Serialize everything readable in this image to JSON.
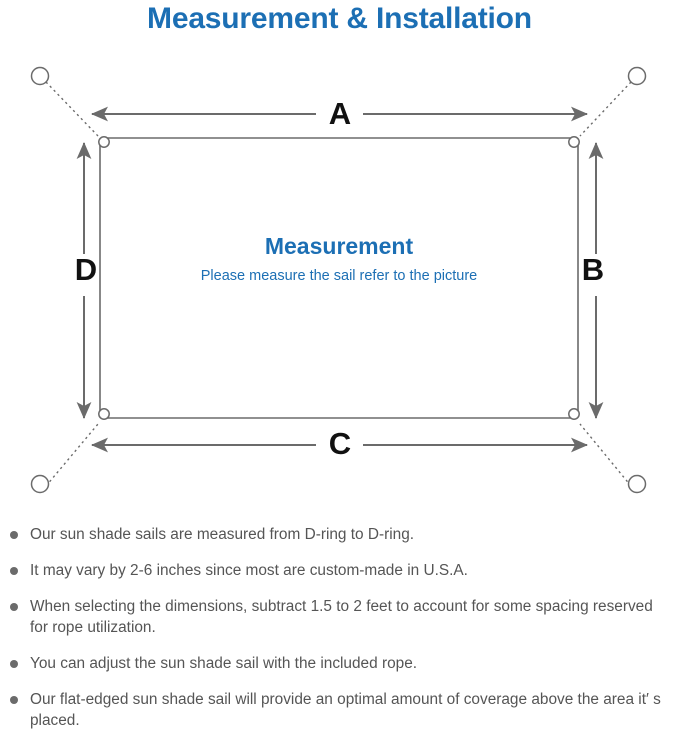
{
  "page": {
    "title": "Measurement & Installation",
    "accent_color": "#1c6fb4",
    "line_color": "#6b6b6b",
    "text_color": "#555555"
  },
  "diagram": {
    "name": "shade-sail-measurement-diagram",
    "dimension_labels": {
      "top": "A",
      "right": "B",
      "bottom": "C",
      "left": "D"
    },
    "center": {
      "heading": "Measurement",
      "subheading": "Please measure the sail refer to the picture"
    },
    "parts": {
      "sail": "sail-rectangle",
      "d_ring": "d-ring",
      "anchor_point": "anchor-point-circle",
      "rope": "dotted-rope-line",
      "dimension_arrow": "dimension-arrow"
    }
  },
  "notes": [
    "Our sun shade sails are measured from D-ring to D-ring.",
    "It may vary by 2-6 inches since most are custom-made in U.S.A.",
    "When selecting the dimensions, subtract 1.5 to 2 feet to account for some spacing reserved for rope utilization.",
    "You can adjust the sun shade sail with the included rope.",
    "Our flat-edged sun shade sail will provide an optimal amount of coverage above the area it′ s placed."
  ]
}
